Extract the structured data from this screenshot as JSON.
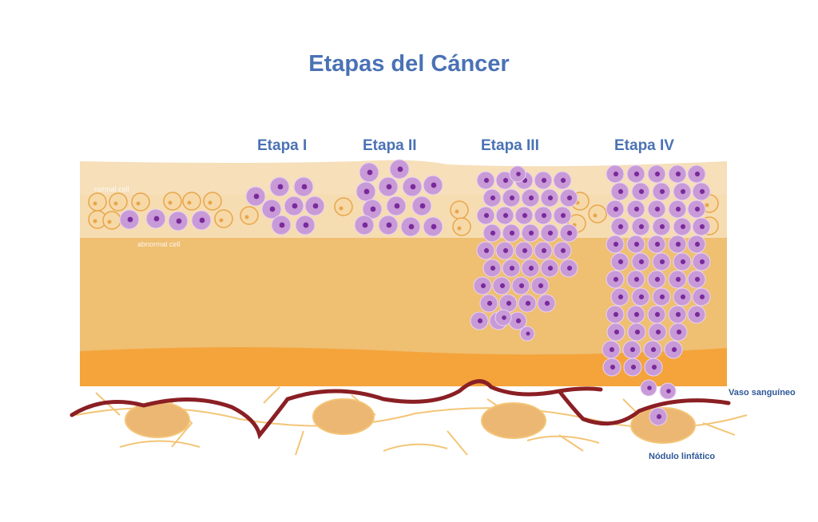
{
  "title": "Etapas del Cáncer",
  "stages": [
    "Etapa I",
    "Etapa II",
    "Etapa III",
    "Etapa IV"
  ],
  "labels": {
    "normal_cell": "normal cell",
    "abnormal_cell": "abnormal cell",
    "blood_vessel": "Vaso sanguíneo",
    "lymph_node": "Nódulo linfático"
  },
  "colors": {
    "title": "#4a72b4",
    "cancer_cell": "#c89ad8",
    "cancer_nucleus": "#7a2a9a",
    "normal_cell_fill": "#f7d9a8",
    "normal_cell_ring": "#e8a64a",
    "epidermis": "#f6dfb9",
    "dermis": "#efbf72",
    "deep_layer": "#f4a43b",
    "blood_vessel": "#8a1f24",
    "lymph_node": "#ecb673",
    "lymph_vessel": "#f3c577"
  }
}
